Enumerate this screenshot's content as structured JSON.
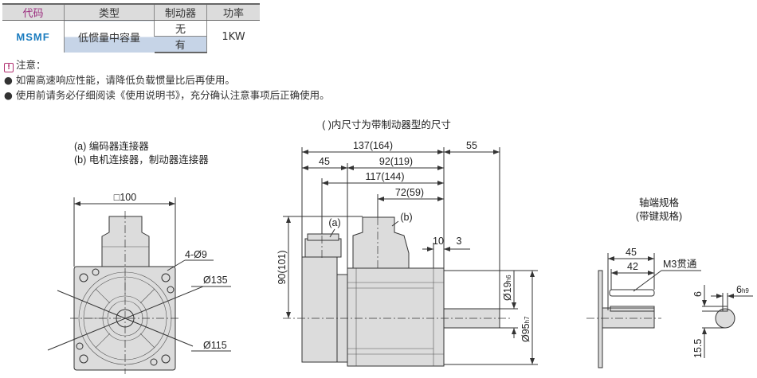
{
  "table": {
    "headers": [
      "代码",
      "类型",
      "制动器",
      "功率"
    ],
    "code": "MSMF",
    "type": "低惯量中容量",
    "brake_options": [
      "无",
      "有"
    ],
    "power": "1KW"
  },
  "notes": {
    "title": "注意：",
    "items": [
      "如需高速响应性能，请降低负载惯量比后再使用。",
      "使用前请务必仔细阅读《使用说明书》，充分确认注意事项后正确使用。"
    ]
  },
  "front_view": {
    "legend_a": "(a) 编码器连接器",
    "legend_b": "(b) 电机连接器，制动器连接器",
    "square": "□100",
    "holes": "4-Ø9",
    "pcd": "Ø135",
    "spigot": "Ø115"
  },
  "side_view": {
    "title": "( )内尺寸为带制动器型的尺寸",
    "total": "137(164)",
    "shaft_len": "55",
    "encoder_len": "45",
    "body_len": "92(119)",
    "conn_a_pos": "117(144)",
    "conn_b_pos": "72(59)",
    "height": "90(101)",
    "flange": "10",
    "spigot_depth": "3",
    "shaft_dia": "Ø19",
    "shaft_tol": "h6",
    "spigot_dia": "Ø95",
    "spigot_tol": "h7",
    "label_a": "(a)",
    "label_b": "(b)"
  },
  "shaft_spec": {
    "title": "轴端规格",
    "subtitle": "(带键规格)",
    "len45": "45",
    "len42": "42",
    "tap": "M3贯通",
    "key_h": "6",
    "shaft_h": "15.5",
    "key_w": "6",
    "key_tol": "h9"
  }
}
